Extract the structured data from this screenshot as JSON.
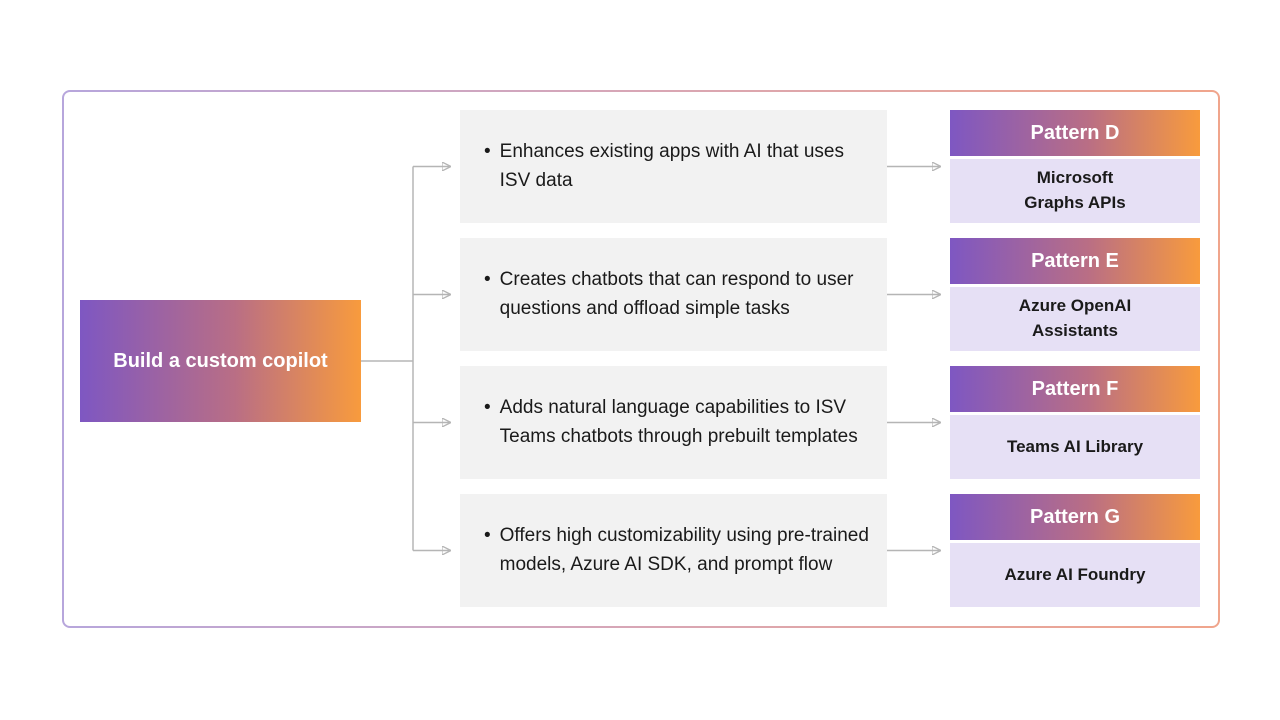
{
  "diagram": {
    "title_node": {
      "label": "Build a custom copilot"
    },
    "bullet": "•",
    "rows": [
      {
        "description": "Enhances existing apps with AI that uses ISV data",
        "pattern": "Pattern D",
        "technology": "Microsoft\nGraphs APIs"
      },
      {
        "description": "Creates chatbots that can respond to user questions and offload simple tasks",
        "pattern": "Pattern E",
        "technology": "Azure OpenAI\nAssistants"
      },
      {
        "description": "Adds natural language capabilities to ISV Teams chatbots through prebuilt templates",
        "pattern": "Pattern F",
        "technology": "Teams AI Library"
      },
      {
        "description": "Offers high customizability using pre-trained models, Azure AI SDK, and prompt flow",
        "pattern": "Pattern G",
        "technology": "Azure AI Foundry"
      }
    ],
    "colors": {
      "gradient_start": "#7E57C2",
      "gradient_end": "#F89B3D",
      "description_bg": "#F2F2F2",
      "technology_bg": "#E6E0F5",
      "frame_border_start": "#B7A6DC",
      "frame_border_end": "#F0A58C",
      "connector": "#B5B5B5",
      "text_dark": "#1A1A1A",
      "text_light": "#FFFFFF"
    }
  }
}
